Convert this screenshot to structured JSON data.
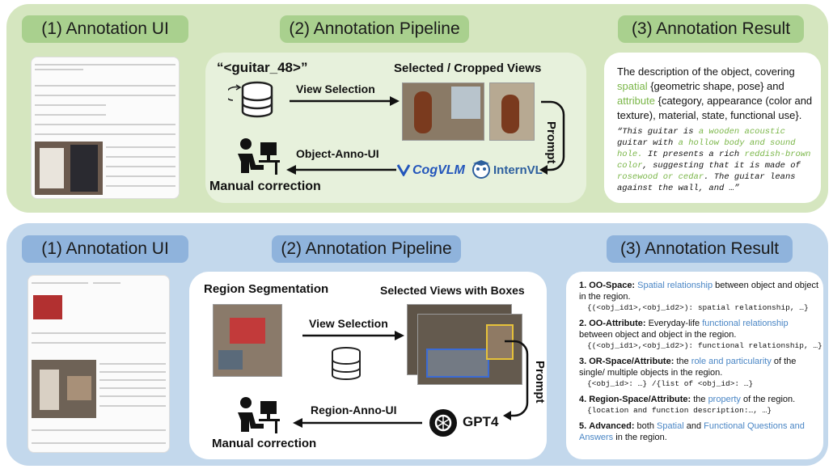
{
  "top": {
    "headers": [
      "(1) Annotation UI",
      "(2) Annotation Pipeline",
      "(3) Annotation Result"
    ],
    "pipeline": {
      "object_id": "“<guitar_48>”",
      "views_title": "Selected / Cropped Views",
      "view_selection": "View Selection",
      "prompt": "Prompt",
      "object_anno_ui": "Object-Anno-UI",
      "manual_correction": "Manual correction",
      "model1": "CogVLM",
      "model2": "InternVL"
    },
    "result": {
      "line1": "The description of the object, covering",
      "spatial": "spatial",
      "line2": "{geometric shape, pose} and",
      "attribute": "attribute",
      "line3": "{category, appearance (color and texture), material, state, functional use}.",
      "quote_parts": [
        {
          "t": "“This guitar is ",
          "c": "n"
        },
        {
          "t": "a wooden acoustic",
          "c": "g"
        },
        {
          "t": " guitar with ",
          "c": "n"
        },
        {
          "t": "a hollow body and sound hole.",
          "c": "g"
        },
        {
          "t": " It presents a rich ",
          "c": "n"
        },
        {
          "t": "reddish-brown color",
          "c": "g"
        },
        {
          "t": ", suggesting that it is made of ",
          "c": "n"
        },
        {
          "t": "rosewood or cedar",
          "c": "g"
        },
        {
          "t": ". The guitar leans against the wall, and …”",
          "c": "n"
        }
      ]
    }
  },
  "bottom": {
    "headers": [
      "(1) Annotation UI",
      "(2) Annotation Pipeline",
      "(3) Annotation Result"
    ],
    "pipeline": {
      "region_seg": "Region Segmentation",
      "views_title": "Selected Views with Boxes",
      "view_selection": "View Selection",
      "prompt": "Prompt",
      "region_anno_ui": "Region-Anno-UI",
      "manual_correction": "Manual correction",
      "model": "GPT4"
    },
    "result": {
      "items": [
        {
          "num": "1.",
          "title": "OO-Space:",
          "parts": [
            {
              "t": " Spatial relationship",
              "c": "b"
            },
            {
              "t": " between object and object in the region.",
              "c": "n"
            }
          ],
          "code": "{(<obj_id1>,<obj_id2>): spatial relationship, …}"
        },
        {
          "num": "2.",
          "title": "OO-Attribute:",
          "parts": [
            {
              "t": " Everyday-life ",
              "c": "n"
            },
            {
              "t": "functional relationship",
              "c": "b"
            },
            {
              "t": " between object and object in the region.",
              "c": "n"
            }
          ],
          "code": "{(<obj_id1>,<obj_id2>): functional relationship, …}"
        },
        {
          "num": "3.",
          "title": "OR-Space/Attribute:",
          "parts": [
            {
              "t": " the ",
              "c": "n"
            },
            {
              "t": "role and particularity",
              "c": "b"
            },
            {
              "t": " of the single/ multiple objects in the region.",
              "c": "n"
            }
          ],
          "code": "{<obj_id>: …} /{list of <obj_id>: …}"
        },
        {
          "num": "4.",
          "title": "Region-Space/Attribute:",
          "parts": [
            {
              "t": " the ",
              "c": "n"
            },
            {
              "t": "property",
              "c": "b"
            },
            {
              "t": " of the region.",
              "c": "n"
            }
          ],
          "code": "{location and function description:…,  …}"
        },
        {
          "num": "5.",
          "title": "Advanced:",
          "parts": [
            {
              "t": " both ",
              "c": "n"
            },
            {
              "t": "Spatial",
              "c": "b"
            },
            {
              "t": " and ",
              "c": "n"
            },
            {
              "t": "Functional Questions and Answers",
              "c": "b"
            },
            {
              "t": " in the region.",
              "c": "n"
            }
          ],
          "code": ""
        }
      ]
    }
  },
  "colors": {
    "green_panel": "#d5e6bf",
    "blue_panel": "#c3d8ec",
    "green_text": "#7ab648",
    "blue_text": "#4a86c5"
  }
}
